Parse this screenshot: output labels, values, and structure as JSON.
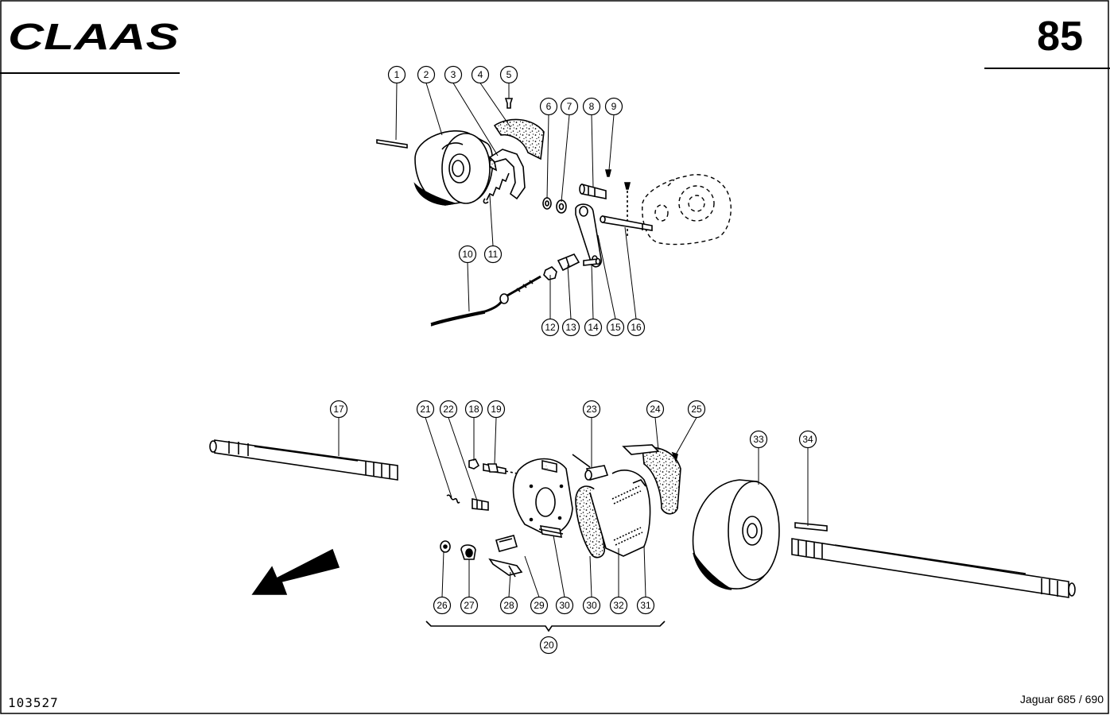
{
  "header": {
    "brand": "CLAAS",
    "page_number": "85"
  },
  "footer": {
    "document_number": "103527",
    "model": "Jaguar 685 / 690"
  },
  "callouts": [
    "1",
    "2",
    "3",
    "4",
    "5",
    "6",
    "7",
    "8",
    "9",
    "10",
    "11",
    "12",
    "13",
    "14",
    "15",
    "16",
    "17",
    "18",
    "19",
    "20",
    "21",
    "22",
    "23",
    "24",
    "25",
    "26",
    "27",
    "28",
    "29",
    "30",
    "30",
    "31",
    "32",
    "33",
    "34"
  ]
}
